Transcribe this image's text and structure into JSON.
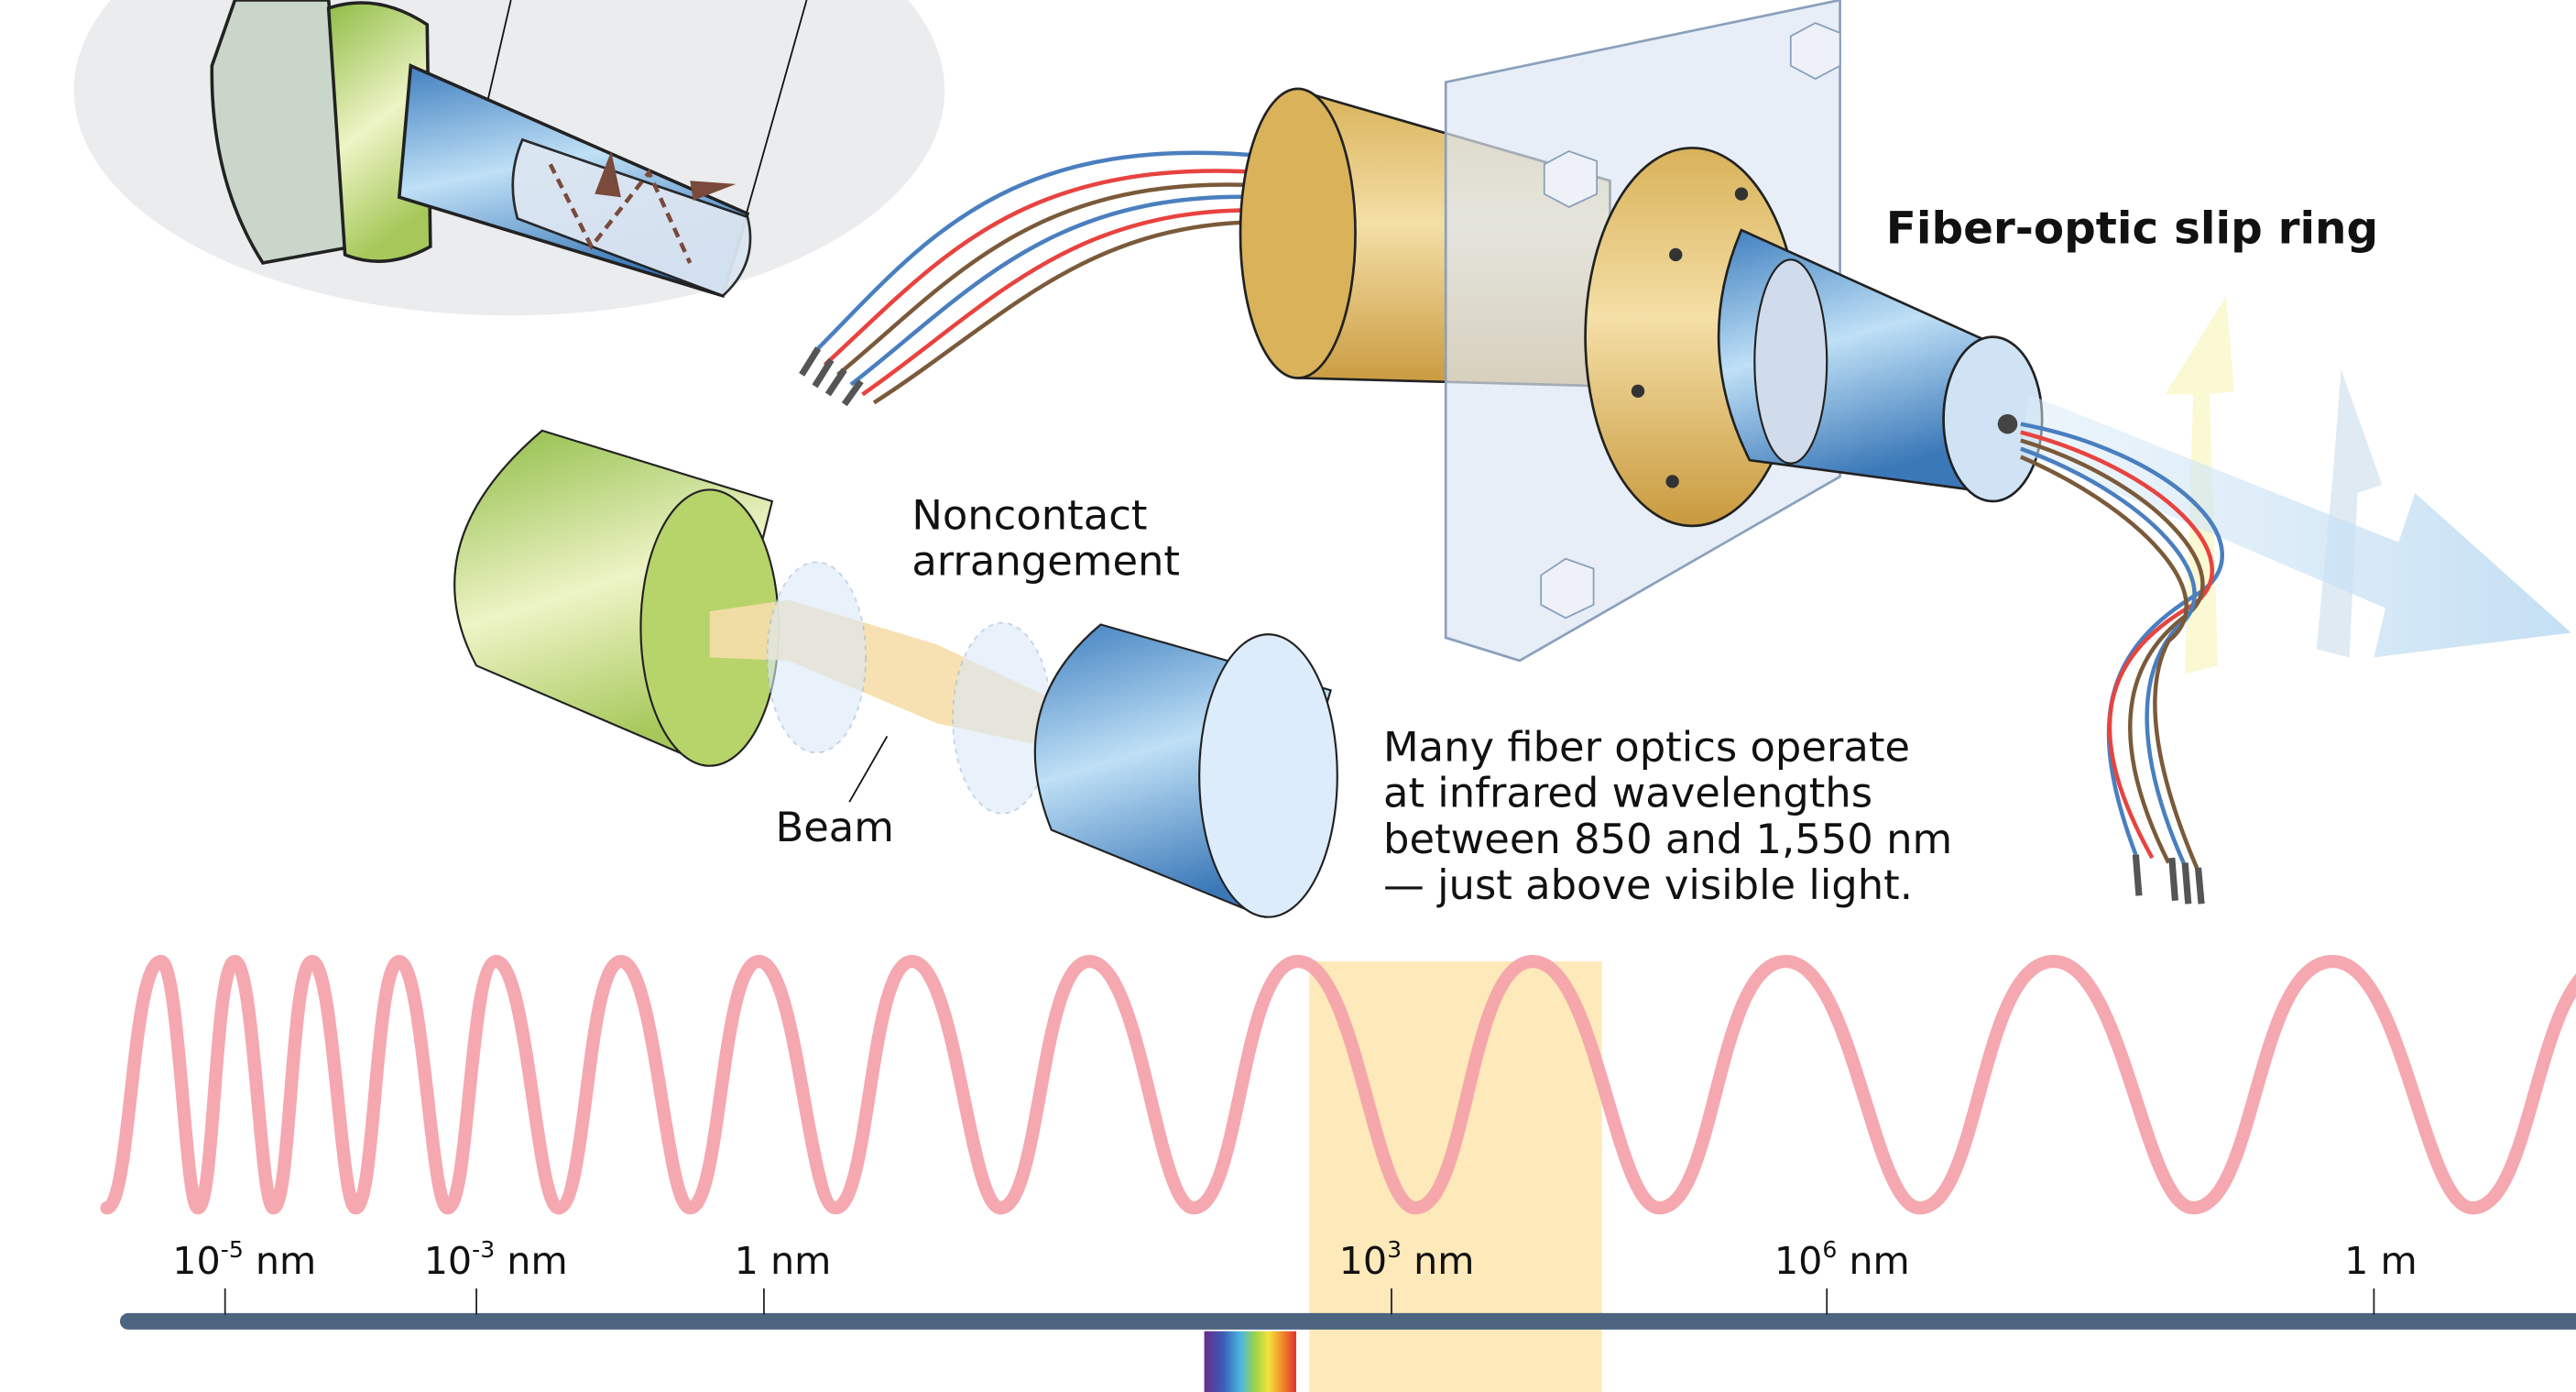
{
  "title": "Fiber-optic slip ring",
  "noncontact_label": [
    "Noncontact",
    "arrangement"
  ],
  "beam_label": "Beam",
  "description": [
    "Many fiber optics operate",
    "at infrared wavelengths",
    "between 850 and 1,550 nm",
    "— just above visible light."
  ],
  "spectrum": {
    "ticks": [
      {
        "base": "10",
        "exp": "-5",
        "unit": " nm"
      },
      {
        "base": "10",
        "exp": "-3",
        "unit": " nm"
      },
      {
        "base": "1",
        "exp": "",
        "unit": " nm"
      },
      {
        "base": "10",
        "exp": "3",
        "unit": " nm"
      },
      {
        "base": "10",
        "exp": "6",
        "unit": " nm"
      },
      {
        "base": "1",
        "exp": "",
        "unit": " m"
      }
    ],
    "highlight_band": "infrared",
    "colors": {
      "wave": "#f4a3ab",
      "band": "#fde9b9",
      "axis": "#4d6480"
    }
  }
}
